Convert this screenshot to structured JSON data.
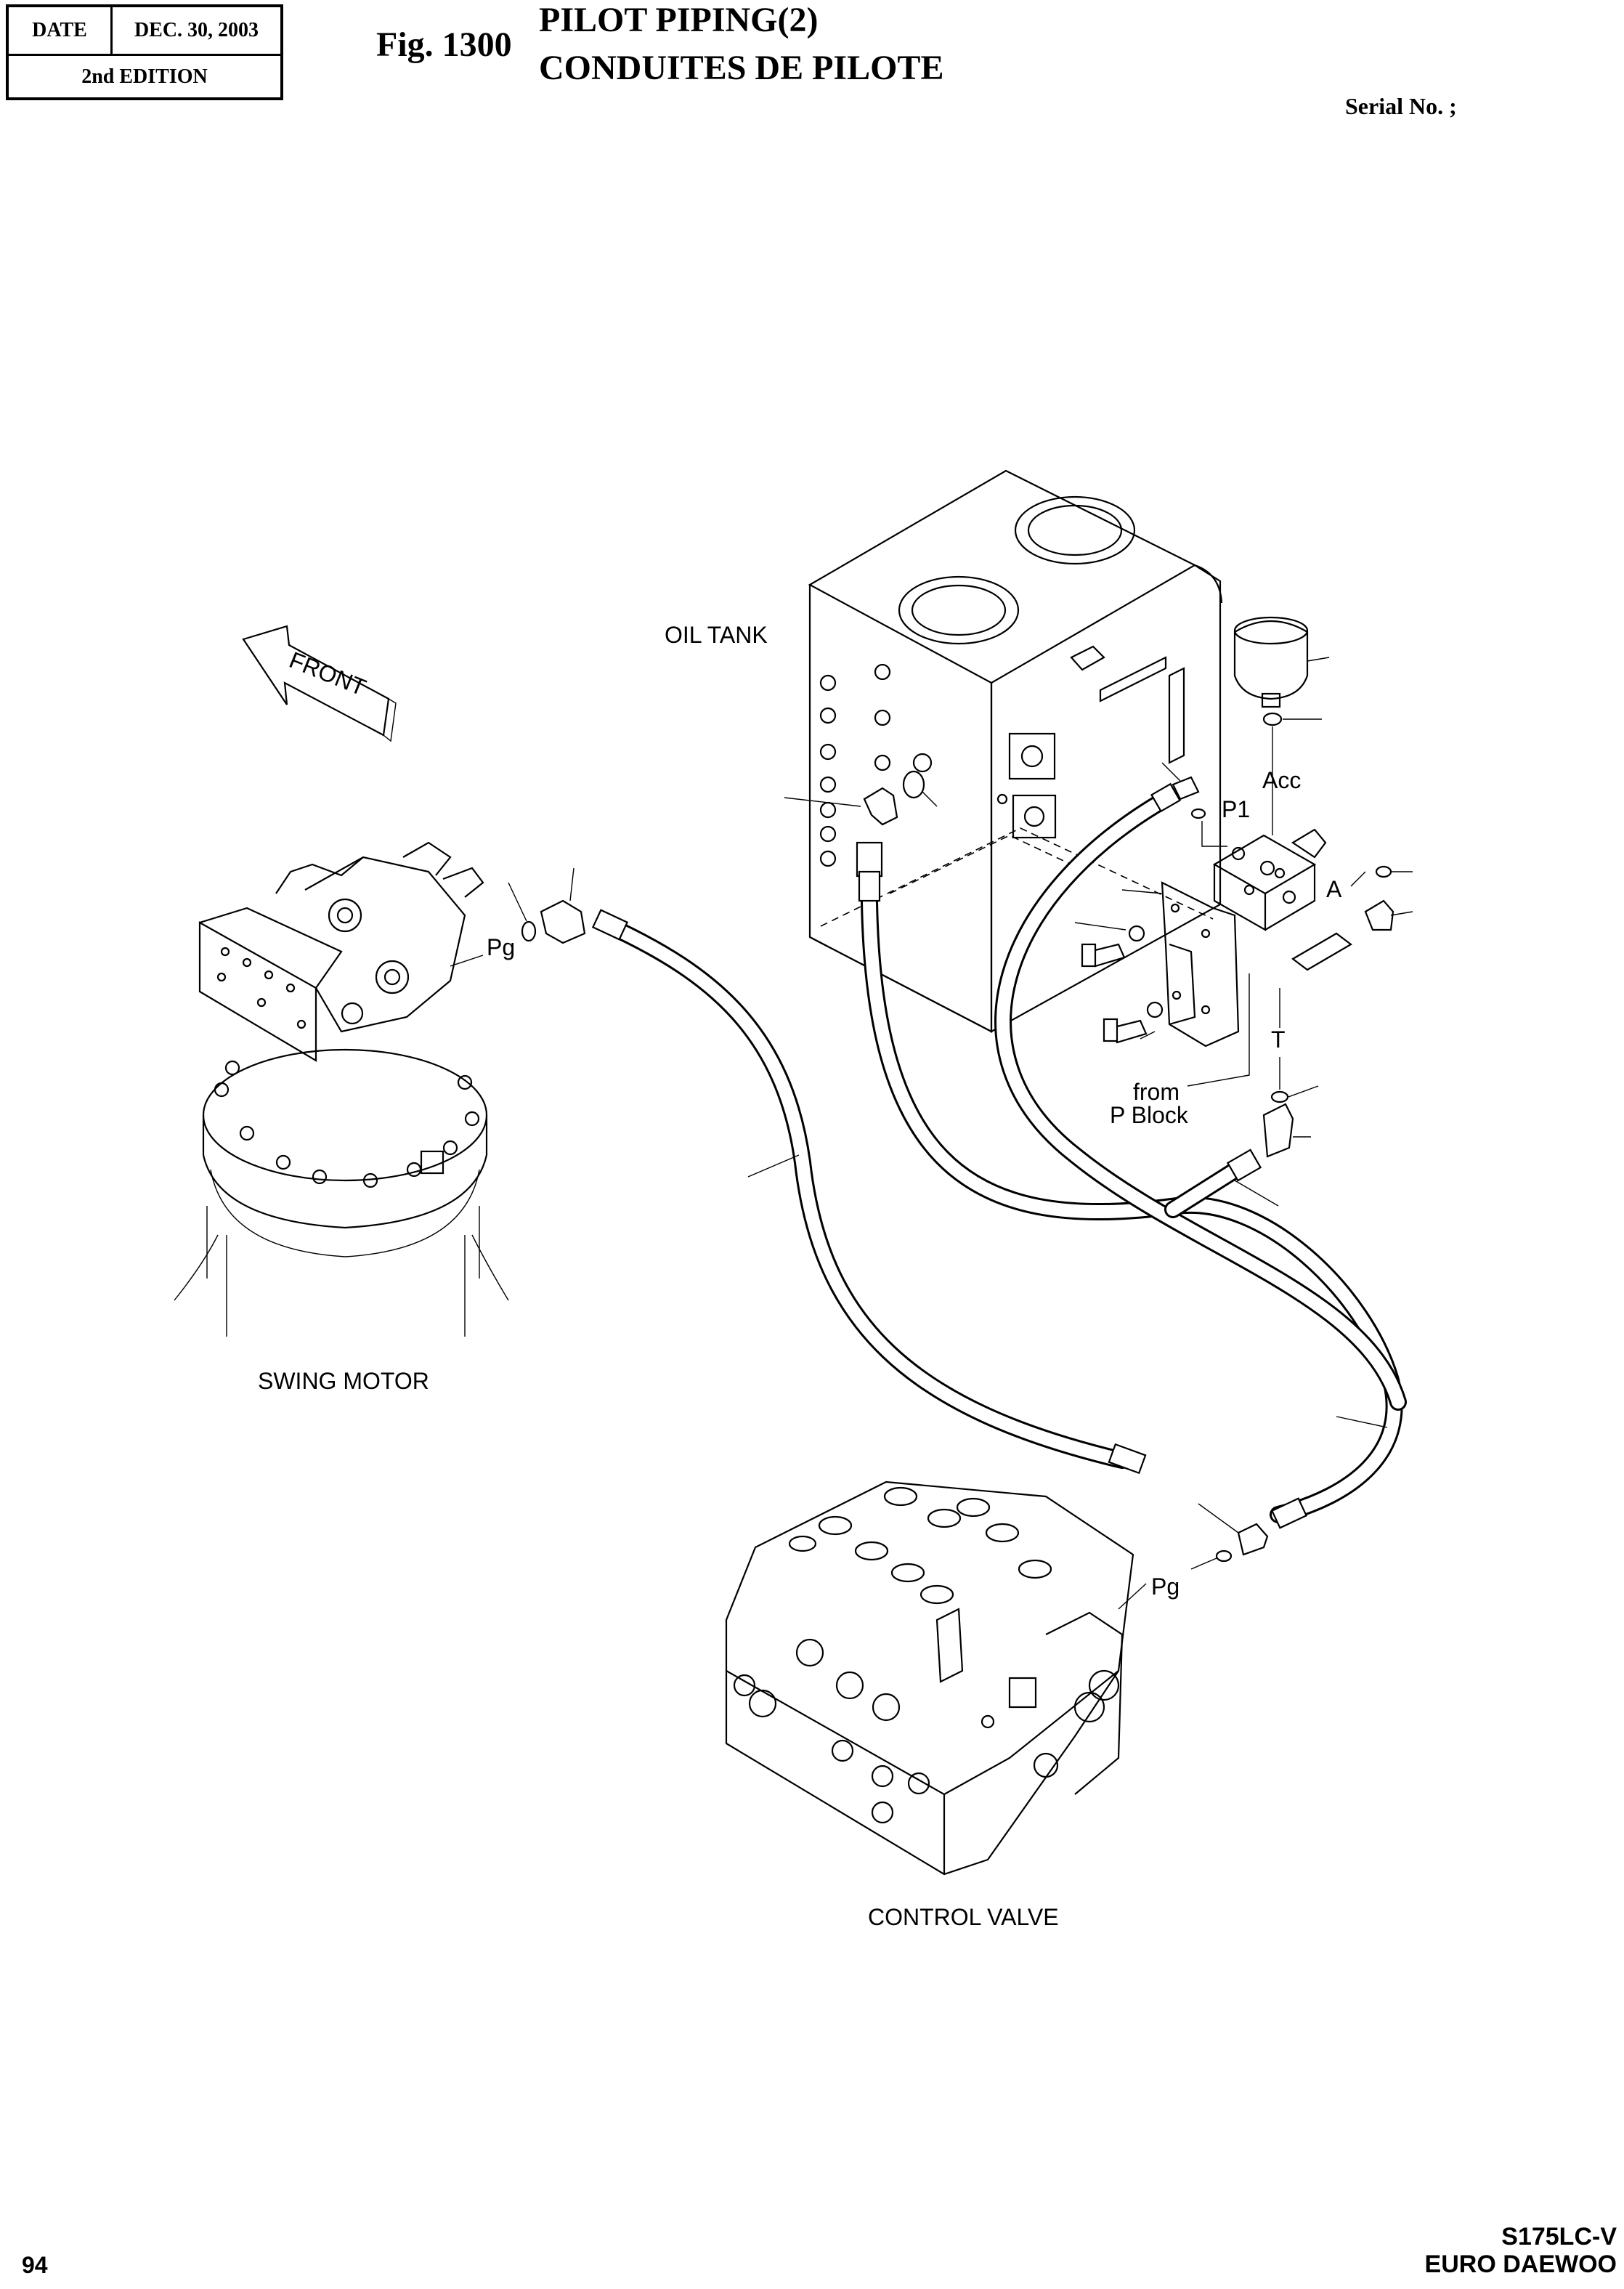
{
  "header": {
    "date_label": "DATE",
    "date_value": "DEC. 30, 2003",
    "edition": "2nd EDITION",
    "fig_number": "Fig. 1300",
    "title_en": "PILOT PIPING(2)",
    "title_fr": "CONDUITES DE PILOTE",
    "serial": "Serial No. ;"
  },
  "labels": {
    "oil_tank": "OIL TANK",
    "front": "FRONT",
    "swing_motor": "SWING MOTOR",
    "control_valve": "CONTROL VALVE",
    "pg_motor": "Pg",
    "pg_valve": "Pg",
    "p1": "P1",
    "acc": "Acc",
    "a": "A",
    "t": "T",
    "from": "from",
    "p_block": "P  Block"
  },
  "footer": {
    "page_number": "94",
    "model": "S175LC-V",
    "brand": "EURO DAEWOO"
  }
}
